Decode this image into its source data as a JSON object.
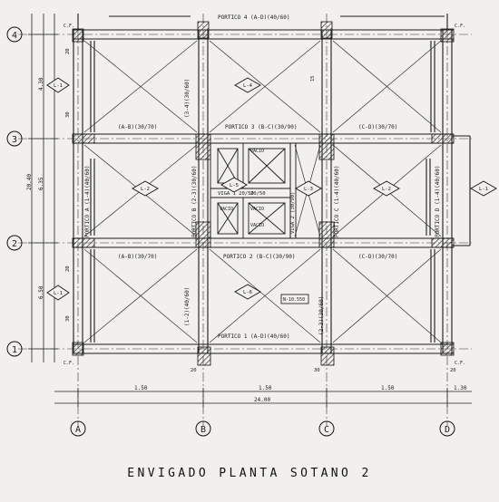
{
  "title": "ENVIGADO PLANTA SOTANO 2",
  "axes_letters": [
    "A",
    "B",
    "C",
    "D"
  ],
  "axes_numbers": [
    "1",
    "2",
    "3",
    "4"
  ],
  "beams": {
    "p4": "PORTICO 4 (A-D)(40/60)",
    "p3": "PORTICO 3 (B-C)(30/90)",
    "p3_left": "(A-B)(30/70)",
    "p3_right": "(C-D)(30/70)",
    "p2": "PORTICO 2 (B-C)(30/90)",
    "p2_left": "(A-B)(30/70)",
    "p2_right": "(C-D)(30/70)",
    "p1": "PORTICO 1 (A-D)(40/60)",
    "pa": "PORTICO A (1-4)(40/60)",
    "pb_top": "(3-4)(30/60)",
    "pb_mid": "PORTICO B (2-3)(30/60)",
    "pb_bot": "(1-2)(40/60)",
    "pc": "PORTICO C (1-4)(40/60)",
    "pc_mid": "(2-3)(30/60)",
    "pd": "PORTICO D (1-4)(40/60)",
    "viga1": "VIGA 1 20/50",
    "viga2": "VIGA 2 (30/90)",
    "v_20_50": "20/50"
  },
  "slabs": [
    "L-1",
    "L-2",
    "L-3",
    "L-4",
    "L-5",
    "L-6"
  ],
  "dims_bottom": [
    "1.50",
    "1.50",
    "1.50",
    "1.30"
  ],
  "dims_total": "24.00",
  "dims_left": [
    "6.50",
    "20.40",
    "6.35",
    "4.30"
  ],
  "small_dims": [
    "20",
    "30",
    "15",
    "20",
    "30",
    "20",
    "30",
    "20"
  ],
  "marks": [
    "C.F.",
    "C.F.",
    "C.F.",
    "C.F."
  ],
  "stair_labels": [
    "VACIO",
    "VACIO",
    "VACIO",
    "VACIO"
  ],
  "level_tag": "N-10.550"
}
